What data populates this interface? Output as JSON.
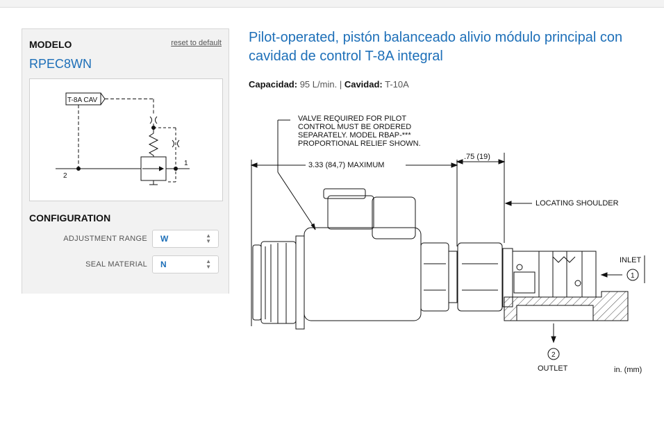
{
  "panel": {
    "modelo_label": "MODELO",
    "reset_label": "reset to default",
    "model_code": "RPEC8WN",
    "schematic": {
      "cavity_label": "T-8A CAV",
      "port_2": "2",
      "port_1": "1"
    },
    "configuration_label": "CONFIGURATION",
    "options": [
      {
        "label": "ADJUSTMENT RANGE",
        "value": "W"
      },
      {
        "label": "SEAL MATERIAL",
        "value": "N"
      }
    ]
  },
  "product": {
    "title": "Pilot-operated, pistón balanceado alivio módulo principal con cavidad de control T-8A integral",
    "capacity_label": "Capacidad:",
    "capacity_value": "95 L/min.",
    "separator": "|",
    "cavity_label": "Cavidad:",
    "cavity_value": "T-10A"
  },
  "drawing": {
    "note_line1": "VALVE REQUIRED FOR PILOT",
    "note_line2": "CONTROL MUST BE ORDERED",
    "note_line3": "SEPARATELY.  MODEL RBAP-***",
    "note_line4": "PROPORTIONAL RELIEF SHOWN.",
    "dim_max": "3.33 (84,7) MAXIMUM",
    "dim_shoulder": ".75 (19)",
    "locating_shoulder": "LOCATING SHOULDER",
    "inlet": "INLET",
    "inlet_num": "1",
    "outlet": "OUTLET",
    "outlet_num": "2",
    "units": "in. (mm)"
  },
  "colors": {
    "accent": "#1d6fb8",
    "panel_bg": "#f2f2f2"
  }
}
